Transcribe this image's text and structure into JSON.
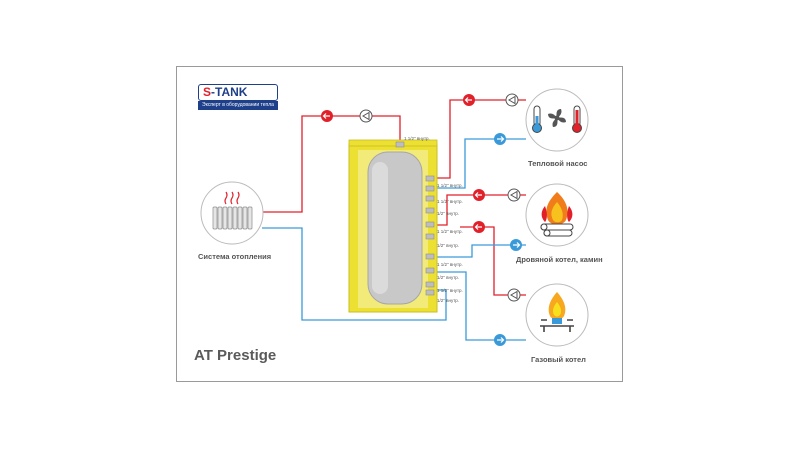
{
  "logo": {
    "brand_prefix": "S",
    "brand_rest": "-TANK",
    "tagline": "Эксперт в оборудовании тепла"
  },
  "title": "AT Prestige",
  "labels": {
    "heating_system": "Система отопления",
    "heat_pump": "Тепловой насос",
    "wood_boiler": "Дровяной котел, камин",
    "gas_boiler": "Газовый котел"
  },
  "ports": {
    "top": "1 1/2\" внутр.",
    "p1": "1 1/2\" внутр.",
    "p2": "1 1/2\" внутр.",
    "p3": "1/2\" внутр.",
    "p4": "1 1/2\" внутр.",
    "p5": "1/2\" внутр.",
    "p6": "1 1/2\" внутр.",
    "p7": "1/2\" внутр.",
    "p8": "1 1/2\" внутр.",
    "p9": "1/2\" внутр."
  },
  "colors": {
    "hot": "#e2202a",
    "cold": "#3a9ad9",
    "tank_shell": "#ece032",
    "tank_body": "#c8c8c8",
    "brand": "#1e3f8a"
  }
}
